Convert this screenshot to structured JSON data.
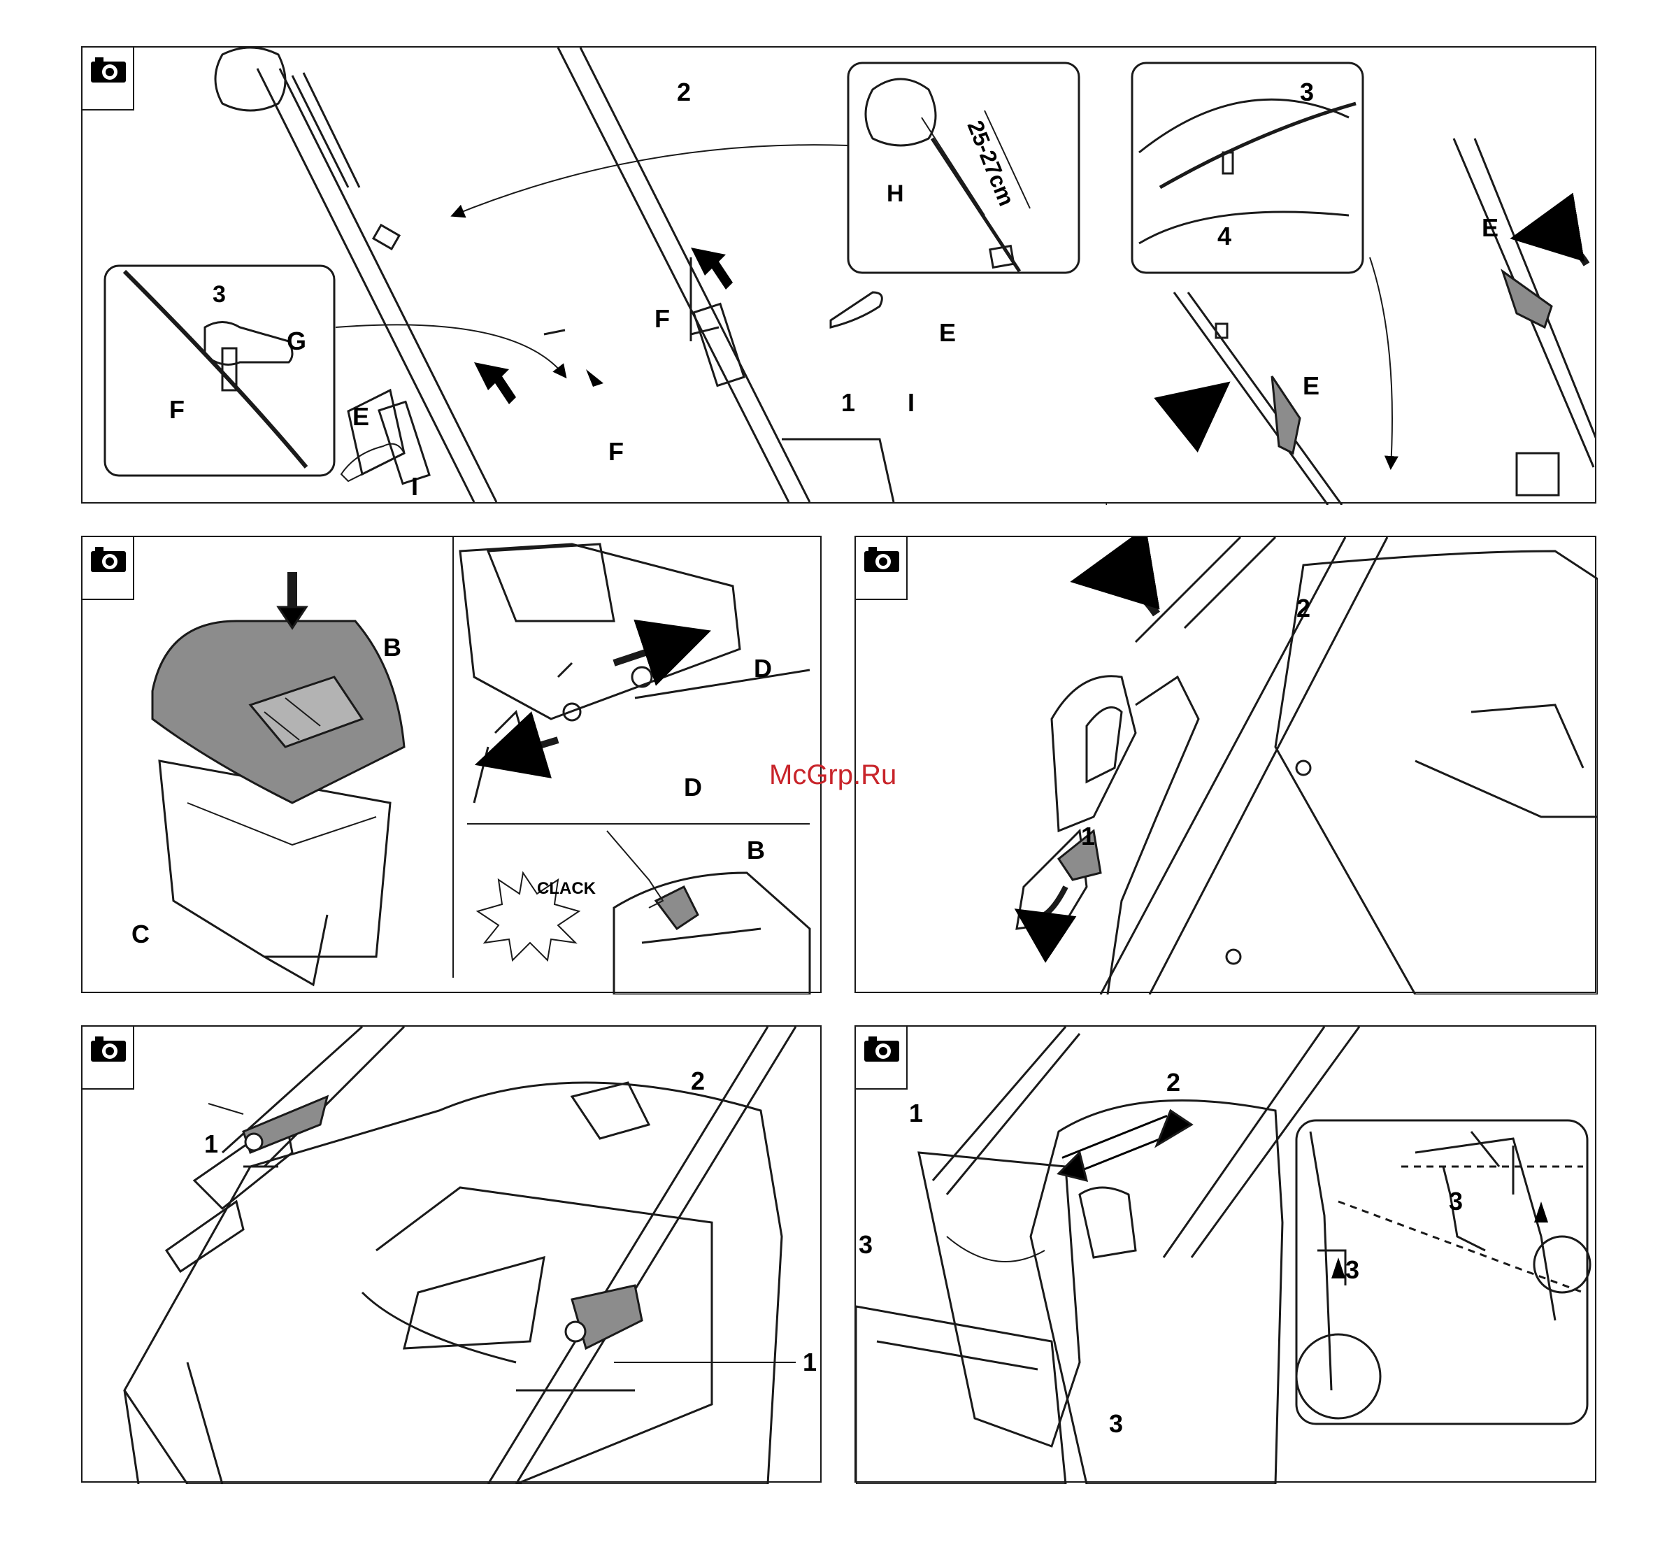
{
  "watermark": "McGrp.Ru",
  "icons": {
    "camera": "camera-icon"
  },
  "colors": {
    "stroke": "#1a1a1a",
    "grey_part": "#8c8c8c",
    "watermark": "#c8242a"
  },
  "panel1": {
    "labels": {
      "l2": "2",
      "lH": "H",
      "measure": "25-27cm",
      "lE_right": "E",
      "lI_right": "I",
      "l1": "1",
      "lF_center": "F",
      "l3": "3",
      "lG": "G",
      "lF_inset": "F",
      "lE_left": "E",
      "lI_left": "I",
      "lF_left": "F"
    }
  },
  "panel2": {
    "labels": {
      "l3": "3",
      "l4": "4",
      "lE_top": "E",
      "lE_bottom": "E"
    }
  },
  "panel3": {
    "labels": {
      "lB": "B",
      "lC": "C",
      "lD_top": "D",
      "lD_bottom": "D",
      "clack": "CLACK",
      "lB_small": "B"
    }
  },
  "panel4": {
    "labels": {
      "l2": "2",
      "l1": "1"
    }
  },
  "panel5": {
    "labels": {
      "l2": "2",
      "l1_left": "1",
      "l1_right": "1"
    }
  },
  "panel6": {
    "labels": {
      "l2": "2",
      "l1": "1",
      "l3_left": "3",
      "l3_bottom": "3",
      "l3_inset_top": "3",
      "l3_inset_bottom": "3"
    }
  }
}
